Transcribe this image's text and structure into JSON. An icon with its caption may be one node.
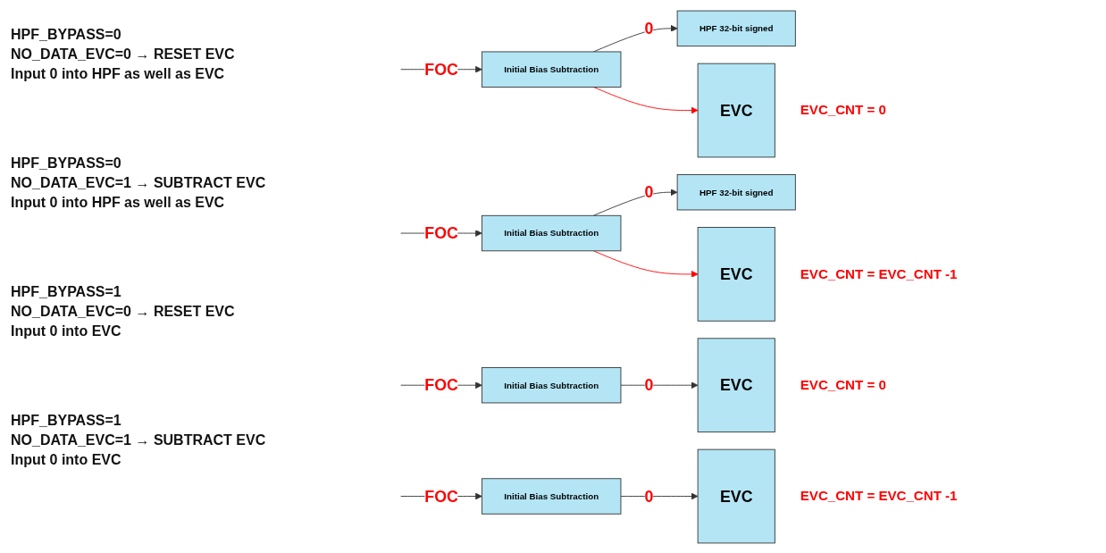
{
  "diagram": {
    "nodes": [
      {
        "text": [
          "Initial Bias Subtraction"
        ]
      },
      {
        "text": [
          "HPF 32-bit signed"
        ]
      },
      {
        "text": [
          "EVC"
        ],
        "beside": [
          "EVC_CNT = 0"
        ]
      },
      {
        "text": [
          "Initial Bias Subtraction"
        ]
      },
      {
        "text": [
          "HPF 32-bit signed"
        ]
      },
      {
        "text": [
          "EVC"
        ],
        "beside": [
          "EVC_CNT = EVC_CNT -1"
        ]
      },
      {
        "text": [
          "Initial Bias Subtraction"
        ]
      },
      {
        "text": [
          "EVC"
        ],
        "beside": [
          "EVC_CNT = 0"
        ]
      },
      {
        "text": [
          "Initial Bias Subtraction"
        ]
      },
      {
        "text": [
          "EVC"
        ],
        "beside": [
          "EVC_CNT = EVC_CNT -1"
        ]
      }
    ],
    "edges": [
      {
        "from": null,
        "to": 0,
        "arrow": "to",
        "label": "FOC"
      },
      {
        "from": 0,
        "to": 1,
        "arrow": "to",
        "label": "0"
      },
      {
        "from": 0,
        "to": 2,
        "arrow": "to",
        "color": "#ff0000"
      },
      {
        "from": null,
        "to": 3,
        "arrow": "to",
        "label": "FOC"
      },
      {
        "from": 3,
        "to": 4,
        "arrow": "to",
        "label": "0"
      },
      {
        "from": 3,
        "to": 5,
        "arrow": "to",
        "color": "#ff0000"
      },
      {
        "from": null,
        "to": 6,
        "arrow": "to",
        "label": "FOC"
      },
      {
        "from": 6,
        "to": 7,
        "arrow": "to",
        "label": "0"
      },
      {
        "from": null,
        "to": 8,
        "arrow": "to",
        "label": "FOC"
      },
      {
        "from": 8,
        "to": 9,
        "arrow": "to",
        "label": "0"
      }
    ],
    "labels": [
      "HPF_BYPASS=0",
      "NO_DATA_EVC=0 → RESET EVC",
      "Input 0 into HPF as well as EVC",
      "HPF_BYPASS=0",
      "NO_DATA_EVC=1 → SUBTRACT EVC",
      "Input 0 into HPF as well as EVC",
      "HPF_BYPASS=1",
      "NO_DATA_EVC=0 → RESET EVC",
      "Input 0 into EVC",
      "HPF_BYPASS=1",
      "NO_DATA_EVC=1 → SUBTRACT EVC",
      "Input 0 into EVC"
    ]
  }
}
